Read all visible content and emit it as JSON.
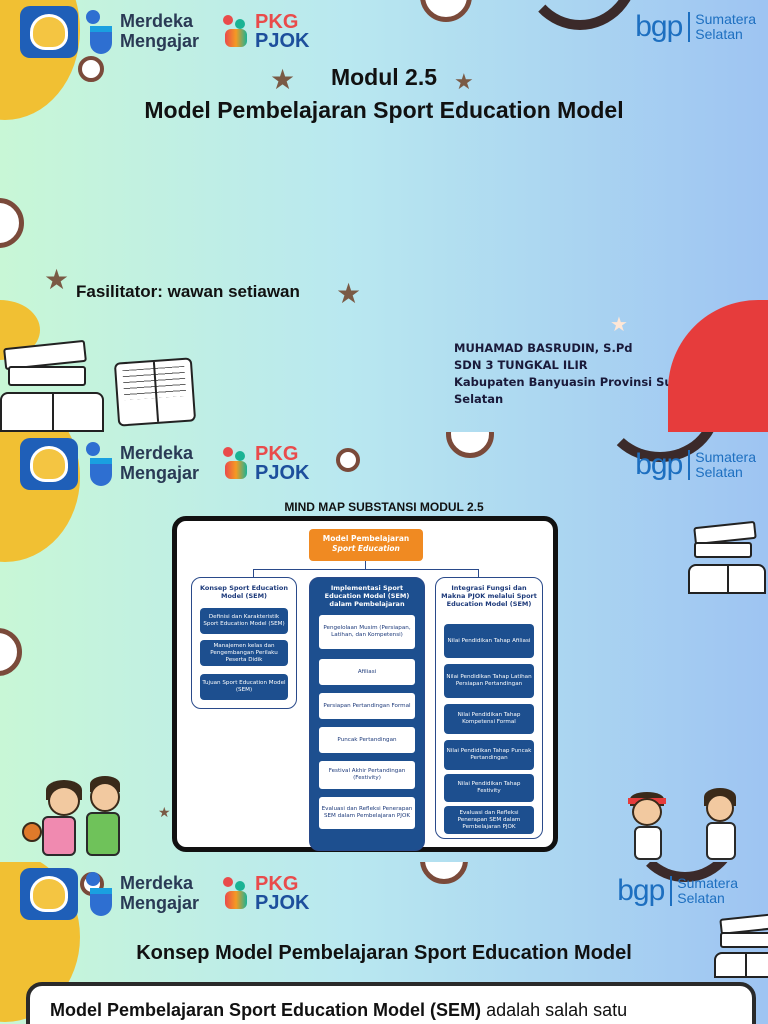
{
  "logos": {
    "merdeka": [
      "Merdeka",
      "Mengajar"
    ],
    "pkg": [
      "PKG",
      "PJOK"
    ],
    "bgp": "bgp",
    "bgp_region": [
      "Sumatera",
      "Selatan"
    ]
  },
  "slide1": {
    "title_line1": "Modul 2.5",
    "title_line2": "Model Pembelajaran Sport Education Model",
    "facilitator": "Fasilitator: wawan setiawan",
    "author_lines": [
      "MUHAMAD BASRUDIN, S.Pd",
      "SDN 3 TUNGKAL ILIR",
      "Kabupaten Banyuasin Provinsi Sumatera",
      "Selatan"
    ]
  },
  "slide2": {
    "heading": "MIND MAP SUBSTANSI MODUL 2.5",
    "root": [
      "Model Pembelajaran",
      "Sport Education"
    ],
    "columns": [
      {
        "head": "Konsep Sport Education Model (SEM)",
        "items": [
          "Definisi dan Karakteristik Sport Education Model (SEM)",
          "Manajemen kelas dan Pengembangan Perilaku Peserta Didik",
          "Tujuan Sport Education Model (SEM)"
        ]
      },
      {
        "head": "Implementasi Sport Education Model (SEM) dalam Pembelajaran",
        "items": [
          "Pengelolaan Musim (Persiapan, Latihan, dan Kompetensi)",
          "Afiliasi",
          "Persiapan Pertandingan Formal",
          "Puncak Pertandingan",
          "Festival Akhir Pertandingan (Festivity)",
          "Evaluasi dan Refleksi Penerapan SEM dalam Pembelajaran PJOK"
        ]
      },
      {
        "head": "Integrasi Fungsi dan Makna PJOK melalui Sport Education Model (SEM)",
        "items": [
          "Nilai Pendidikan Tahap Afiliasi",
          "Nilai Pendidikan Tahap Latihan Persiapan Pertandingan",
          "Nilai Pendidikan Tahap Kompetensi Formal",
          "Nilai Pendidikan Tahap Puncak Pertandingan",
          "Nilai Pendidikan Tahap Festivity",
          "Evaluasi dan Refleksi Penerapan SEM dalam Pembelajaran PJOK"
        ]
      }
    ]
  },
  "slide3": {
    "title": "Konsep Model Pembelajaran Sport Education Model",
    "body_bold": "Model Pembelajaran Sport Education Model (SEM)",
    "body_rest": " adalah salah satu"
  },
  "colors": {
    "accent_yellow": "#f1c033",
    "brown_ring": "#7a4a3a",
    "mindmap_blue": "#1d4f8f",
    "mindmap_orange": "#f08a22",
    "red_shape": "#e63c3c"
  }
}
